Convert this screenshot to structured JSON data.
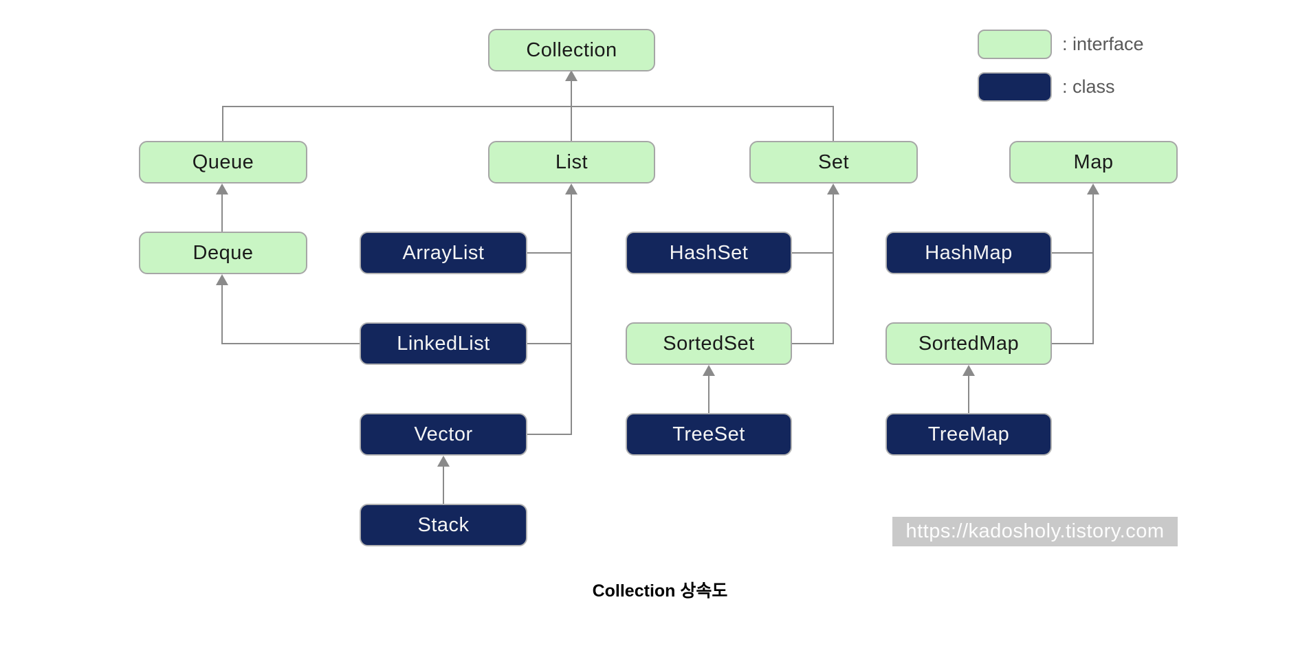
{
  "diagram": {
    "title_caption": "Collection 상속도",
    "watermark": "https://kadosholy.tistory.com",
    "legend": {
      "interface_label": ": interface",
      "class_label": ": class"
    },
    "colors": {
      "interface_fill": "#c9f5c4",
      "interface_border": "#a6a6a6",
      "class_fill": "#13265c",
      "class_border": "#b3b3b3",
      "line": "#8a8a8a",
      "legend_text": "#595959",
      "watermark_bg": "#c9c9c9",
      "watermark_text": "#fdfdfd"
    },
    "nodes": {
      "collection": {
        "label": "Collection",
        "kind": "interface"
      },
      "queue": {
        "label": "Queue",
        "kind": "interface"
      },
      "list": {
        "label": "List",
        "kind": "interface"
      },
      "set": {
        "label": "Set",
        "kind": "interface"
      },
      "map": {
        "label": "Map",
        "kind": "interface"
      },
      "deque": {
        "label": "Deque",
        "kind": "interface"
      },
      "arraylist": {
        "label": "ArrayList",
        "kind": "class"
      },
      "hashset": {
        "label": "HashSet",
        "kind": "class"
      },
      "hashmap": {
        "label": "HashMap",
        "kind": "class"
      },
      "linkedlist": {
        "label": "LinkedList",
        "kind": "class"
      },
      "sortedset": {
        "label": "SortedSet",
        "kind": "interface"
      },
      "sortedmap": {
        "label": "SortedMap",
        "kind": "interface"
      },
      "vector": {
        "label": "Vector",
        "kind": "class"
      },
      "treeset": {
        "label": "TreeSet",
        "kind": "class"
      },
      "treemap": {
        "label": "TreeMap",
        "kind": "class"
      },
      "stack": {
        "label": "Stack",
        "kind": "class"
      }
    },
    "edges": [
      {
        "child": "Queue",
        "parent": "Collection"
      },
      {
        "child": "List",
        "parent": "Collection"
      },
      {
        "child": "Set",
        "parent": "Collection"
      },
      {
        "child": "Deque",
        "parent": "Queue"
      },
      {
        "child": "ArrayList",
        "parent": "List"
      },
      {
        "child": "LinkedList",
        "parent": "List"
      },
      {
        "child": "LinkedList",
        "parent": "Deque"
      },
      {
        "child": "Vector",
        "parent": "List"
      },
      {
        "child": "Stack",
        "parent": "Vector"
      },
      {
        "child": "HashSet",
        "parent": "Set"
      },
      {
        "child": "SortedSet",
        "parent": "Set"
      },
      {
        "child": "TreeSet",
        "parent": "SortedSet"
      },
      {
        "child": "HashMap",
        "parent": "Map"
      },
      {
        "child": "SortedMap",
        "parent": "Map"
      },
      {
        "child": "TreeMap",
        "parent": "SortedMap"
      }
    ]
  }
}
